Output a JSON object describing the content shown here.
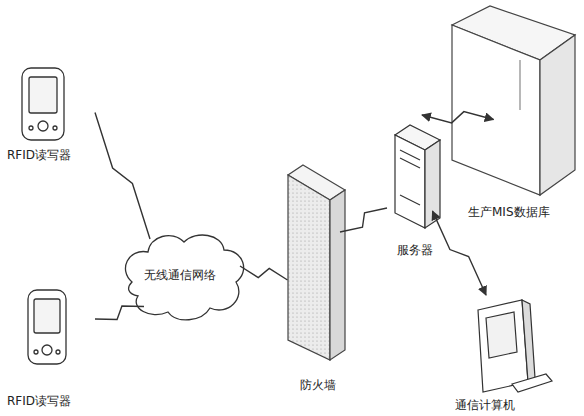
{
  "diagram": {
    "nodes": [
      {
        "text": [
          "RFID读写器"
        ]
      },
      {
        "text": [
          "RFID读写器"
        ]
      },
      {
        "text": [
          "无线通信网络"
        ]
      },
      {
        "text": [
          "防火墙"
        ]
      },
      {
        "text": [
          "服务器"
        ]
      },
      {
        "text": [
          "生产MIS数据库"
        ]
      },
      {
        "text": [
          "通信计算机"
        ]
      }
    ],
    "edges": [
      {
        "from": 0,
        "to": 2,
        "arrow": "none"
      },
      {
        "from": 1,
        "to": 2,
        "arrow": "none"
      },
      {
        "from": 2,
        "to": 3,
        "arrow": "none"
      },
      {
        "from": 3,
        "to": 4,
        "arrow": "none"
      },
      {
        "from": 4,
        "to": 5,
        "arrow": "both"
      },
      {
        "from": 4,
        "to": 6,
        "arrow": "both"
      }
    ]
  }
}
